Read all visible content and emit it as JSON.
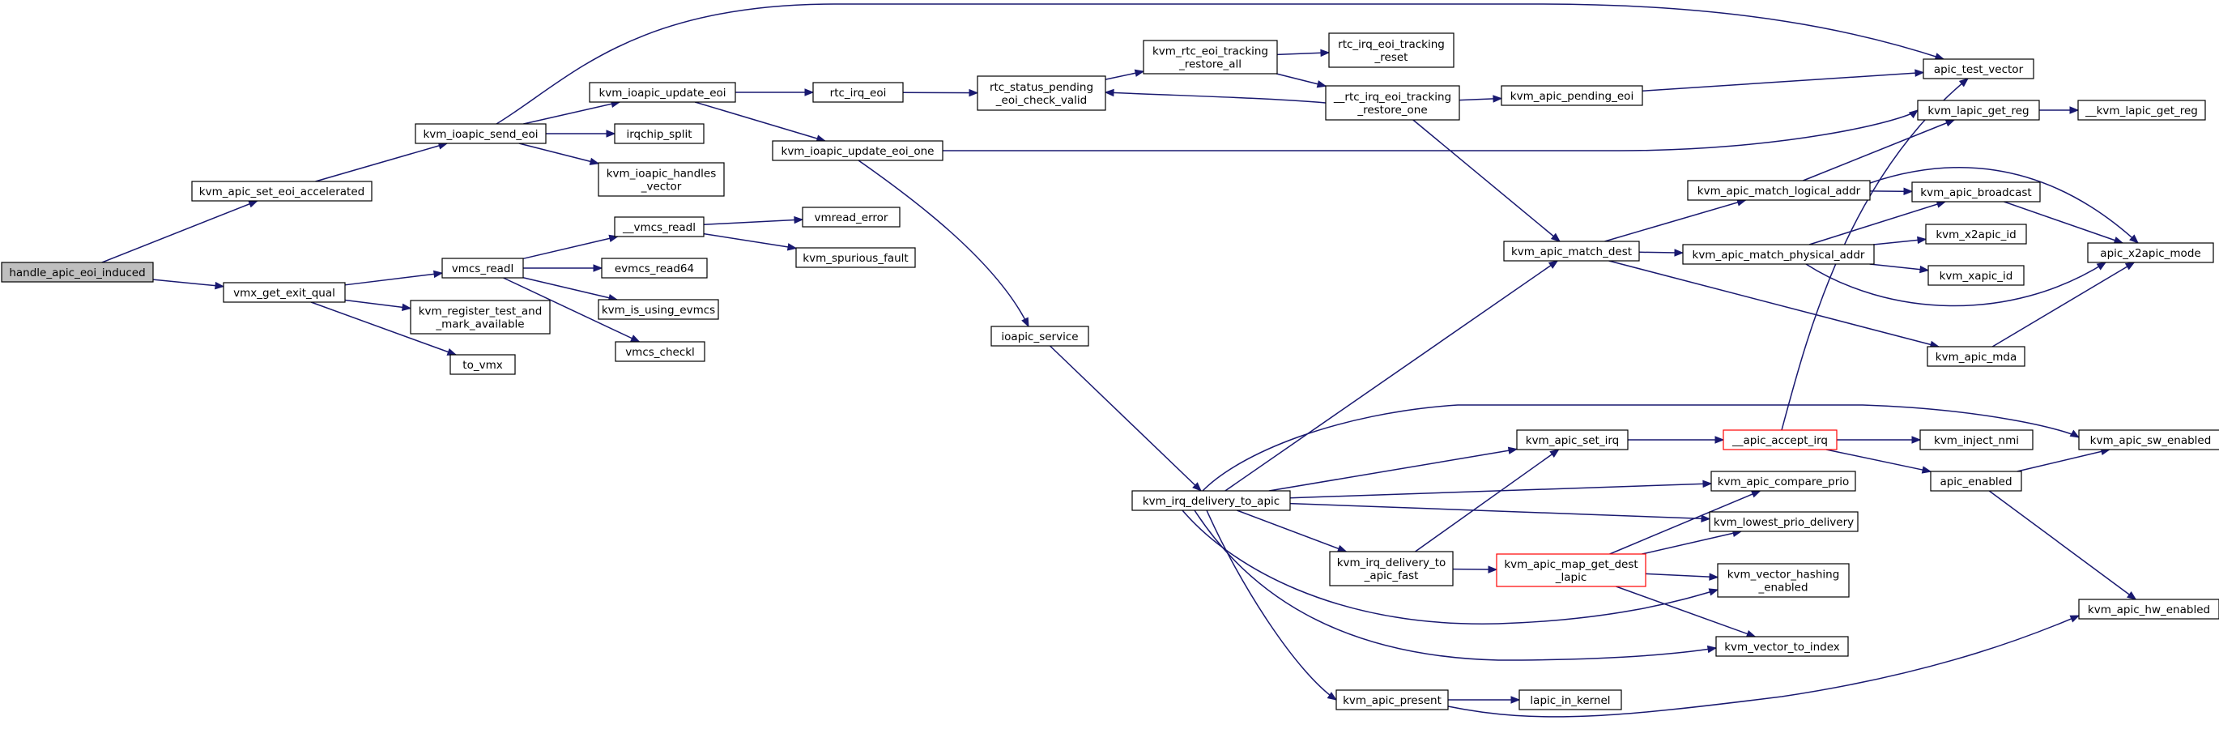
{
  "graph": {
    "colors": {
      "edge": "#191970",
      "root_fill": "#bfbfbf",
      "truncated_border": "#ff0000",
      "node_border": "#000000"
    },
    "nodes": [
      {
        "id": "handle_apic_eoi_induced",
        "lines": [
          "handle_apic_eoi_induced"
        ],
        "root": true
      },
      {
        "id": "kvm_apic_set_eoi_accelerated",
        "lines": [
          "kvm_apic_set_eoi_accelerated"
        ]
      },
      {
        "id": "vmx_get_exit_qual",
        "lines": [
          "vmx_get_exit_qual"
        ]
      },
      {
        "id": "kvm_ioapic_send_eoi",
        "lines": [
          "kvm_ioapic_send_eoi"
        ]
      },
      {
        "id": "vmcs_readl",
        "lines": [
          "vmcs_readl"
        ]
      },
      {
        "id": "kvm_register_test_and_mark_available",
        "lines": [
          "kvm_register_test_and",
          "_mark_available"
        ]
      },
      {
        "id": "to_vmx",
        "lines": [
          "to_vmx"
        ]
      },
      {
        "id": "kvm_ioapic_update_eoi",
        "lines": [
          "kvm_ioapic_update_eoi"
        ]
      },
      {
        "id": "irqchip_split",
        "lines": [
          "irqchip_split"
        ]
      },
      {
        "id": "kvm_ioapic_handles_vector",
        "lines": [
          "kvm_ioapic_handles",
          "_vector"
        ]
      },
      {
        "id": "__vmcs_readl",
        "lines": [
          "__vmcs_readl"
        ]
      },
      {
        "id": "evmcs_read64",
        "lines": [
          "evmcs_read64"
        ]
      },
      {
        "id": "kvm_is_using_evmcs",
        "lines": [
          "kvm_is_using_evmcs"
        ]
      },
      {
        "id": "vmcs_checkl",
        "lines": [
          "vmcs_checkl"
        ]
      },
      {
        "id": "rtc_irq_eoi",
        "lines": [
          "rtc_irq_eoi"
        ]
      },
      {
        "id": "kvm_ioapic_update_eoi_one",
        "lines": [
          "kvm_ioapic_update_eoi_one"
        ]
      },
      {
        "id": "vmread_error",
        "lines": [
          "vmread_error"
        ]
      },
      {
        "id": "kvm_spurious_fault",
        "lines": [
          "kvm_spurious_fault"
        ]
      },
      {
        "id": "ioapic_service",
        "lines": [
          "ioapic_service"
        ]
      },
      {
        "id": "rtc_status_pending_eoi_check_valid",
        "lines": [
          "rtc_status_pending",
          "_eoi_check_valid"
        ]
      },
      {
        "id": "kvm_rtc_eoi_tracking_restore_all",
        "lines": [
          "kvm_rtc_eoi_tracking",
          "_restore_all"
        ]
      },
      {
        "id": "kvm_irq_delivery_to_apic",
        "lines": [
          "kvm_irq_delivery_to_apic"
        ]
      },
      {
        "id": "rtc_irq_eoi_tracking_reset",
        "lines": [
          "rtc_irq_eoi_tracking",
          "_reset"
        ]
      },
      {
        "id": "__rtc_irq_eoi_tracking_restore_one",
        "lines": [
          "__rtc_irq_eoi_tracking",
          "_restore_one"
        ]
      },
      {
        "id": "kvm_irq_delivery_to_apic_fast",
        "lines": [
          "kvm_irq_delivery_to",
          "_apic_fast"
        ]
      },
      {
        "id": "kvm_apic_present",
        "lines": [
          "kvm_apic_present"
        ]
      },
      {
        "id": "kvm_apic_pending_eoi",
        "lines": [
          "kvm_apic_pending_eoi"
        ]
      },
      {
        "id": "kvm_apic_match_dest",
        "lines": [
          "kvm_apic_match_dest"
        ]
      },
      {
        "id": "kvm_apic_set_irq",
        "lines": [
          "kvm_apic_set_irq"
        ]
      },
      {
        "id": "kvm_apic_map_get_dest_lapic",
        "lines": [
          "kvm_apic_map_get_dest",
          "_lapic"
        ],
        "truncated": true
      },
      {
        "id": "lapic_in_kernel",
        "lines": [
          "lapic_in_kernel"
        ]
      },
      {
        "id": "kvm_apic_match_logical_addr",
        "lines": [
          "kvm_apic_match_logical_addr"
        ]
      },
      {
        "id": "kvm_apic_match_physical_addr",
        "lines": [
          "kvm_apic_match_physical_addr"
        ]
      },
      {
        "id": "__apic_accept_irq",
        "lines": [
          "__apic_accept_irq"
        ],
        "truncated": true
      },
      {
        "id": "kvm_apic_compare_prio",
        "lines": [
          "kvm_apic_compare_prio"
        ]
      },
      {
        "id": "kvm_lowest_prio_delivery",
        "lines": [
          "kvm_lowest_prio_delivery"
        ]
      },
      {
        "id": "kvm_vector_hashing_enabled",
        "lines": [
          "kvm_vector_hashing",
          "_enabled"
        ]
      },
      {
        "id": "kvm_vector_to_index",
        "lines": [
          "kvm_vector_to_index"
        ]
      },
      {
        "id": "apic_test_vector",
        "lines": [
          "apic_test_vector"
        ]
      },
      {
        "id": "kvm_lapic_get_reg",
        "lines": [
          "kvm_lapic_get_reg"
        ]
      },
      {
        "id": "kvm_apic_broadcast",
        "lines": [
          "kvm_apic_broadcast"
        ]
      },
      {
        "id": "kvm_x2apic_id",
        "lines": [
          "kvm_x2apic_id"
        ]
      },
      {
        "id": "kvm_xapic_id",
        "lines": [
          "kvm_xapic_id"
        ]
      },
      {
        "id": "kvm_apic_mda",
        "lines": [
          "kvm_apic_mda"
        ]
      },
      {
        "id": "kvm_inject_nmi",
        "lines": [
          "kvm_inject_nmi"
        ]
      },
      {
        "id": "apic_enabled",
        "lines": [
          "apic_enabled"
        ]
      },
      {
        "id": "__kvm_lapic_get_reg",
        "lines": [
          "__kvm_lapic_get_reg"
        ]
      },
      {
        "id": "apic_x2apic_mode",
        "lines": [
          "apic_x2apic_mode"
        ]
      },
      {
        "id": "kvm_apic_sw_enabled",
        "lines": [
          "kvm_apic_sw_enabled"
        ]
      },
      {
        "id": "kvm_apic_hw_enabled",
        "lines": [
          "kvm_apic_hw_enabled"
        ]
      }
    ],
    "edges": [
      [
        "handle_apic_eoi_induced",
        "kvm_apic_set_eoi_accelerated"
      ],
      [
        "handle_apic_eoi_induced",
        "vmx_get_exit_qual"
      ],
      [
        "kvm_apic_set_eoi_accelerated",
        "kvm_ioapic_send_eoi"
      ],
      [
        "vmx_get_exit_qual",
        "vmcs_readl"
      ],
      [
        "vmx_get_exit_qual",
        "kvm_register_test_and_mark_available"
      ],
      [
        "vmx_get_exit_qual",
        "to_vmx"
      ],
      [
        "kvm_ioapic_send_eoi",
        "apic_test_vector"
      ],
      [
        "kvm_ioapic_send_eoi",
        "kvm_ioapic_update_eoi"
      ],
      [
        "kvm_ioapic_send_eoi",
        "irqchip_split"
      ],
      [
        "kvm_ioapic_send_eoi",
        "kvm_ioapic_handles_vector"
      ],
      [
        "vmcs_readl",
        "__vmcs_readl"
      ],
      [
        "vmcs_readl",
        "evmcs_read64"
      ],
      [
        "vmcs_readl",
        "kvm_is_using_evmcs"
      ],
      [
        "vmcs_readl",
        "vmcs_checkl"
      ],
      [
        "__vmcs_readl",
        "vmread_error"
      ],
      [
        "__vmcs_readl",
        "kvm_spurious_fault"
      ],
      [
        "kvm_ioapic_update_eoi",
        "rtc_irq_eoi"
      ],
      [
        "kvm_ioapic_update_eoi",
        "kvm_ioapic_update_eoi_one"
      ],
      [
        "rtc_irq_eoi",
        "rtc_status_pending_eoi_check_valid"
      ],
      [
        "kvm_ioapic_update_eoi_one",
        "apic_test_vector"
      ],
      [
        "kvm_ioapic_update_eoi_one",
        "ioapic_service"
      ],
      [
        "ioapic_service",
        "kvm_irq_delivery_to_apic"
      ],
      [
        "rtc_status_pending_eoi_check_valid",
        "kvm_rtc_eoi_tracking_restore_all"
      ],
      [
        "kvm_rtc_eoi_tracking_restore_all",
        "rtc_irq_eoi_tracking_reset"
      ],
      [
        "kvm_rtc_eoi_tracking_restore_all",
        "__rtc_irq_eoi_tracking_restore_one"
      ],
      [
        "__rtc_irq_eoi_tracking_restore_one",
        "rtc_status_pending_eoi_check_valid"
      ],
      [
        "__rtc_irq_eoi_tracking_restore_one",
        "kvm_apic_pending_eoi"
      ],
      [
        "__rtc_irq_eoi_tracking_restore_one",
        "kvm_apic_match_dest"
      ],
      [
        "kvm_apic_pending_eoi",
        "apic_test_vector"
      ],
      [
        "kvm_irq_delivery_to_apic",
        "kvm_apic_match_dest"
      ],
      [
        "kvm_irq_delivery_to_apic",
        "kvm_apic_sw_enabled"
      ],
      [
        "kvm_irq_delivery_to_apic",
        "kvm_apic_set_irq"
      ],
      [
        "kvm_irq_delivery_to_apic",
        "kvm_apic_compare_prio"
      ],
      [
        "kvm_irq_delivery_to_apic",
        "kvm_lowest_prio_delivery"
      ],
      [
        "kvm_irq_delivery_to_apic",
        "kvm_irq_delivery_to_apic_fast"
      ],
      [
        "kvm_irq_delivery_to_apic",
        "kvm_vector_hashing_enabled"
      ],
      [
        "kvm_irq_delivery_to_apic",
        "kvm_vector_to_index"
      ],
      [
        "kvm_irq_delivery_to_apic",
        "kvm_apic_present"
      ],
      [
        "kvm_irq_delivery_to_apic_fast",
        "kvm_apic_set_irq"
      ],
      [
        "kvm_irq_delivery_to_apic_fast",
        "kvm_apic_map_get_dest_lapic"
      ],
      [
        "kvm_apic_map_get_dest_lapic",
        "kvm_apic_compare_prio"
      ],
      [
        "kvm_apic_map_get_dest_lapic",
        "kvm_lowest_prio_delivery"
      ],
      [
        "kvm_apic_map_get_dest_lapic",
        "kvm_vector_hashing_enabled"
      ],
      [
        "kvm_apic_map_get_dest_lapic",
        "kvm_vector_to_index"
      ],
      [
        "kvm_apic_present",
        "lapic_in_kernel"
      ],
      [
        "kvm_apic_present",
        "kvm_apic_hw_enabled"
      ],
      [
        "kvm_apic_match_dest",
        "kvm_apic_match_logical_addr"
      ],
      [
        "kvm_apic_match_dest",
        "kvm_apic_match_physical_addr"
      ],
      [
        "kvm_apic_match_dest",
        "kvm_apic_mda"
      ],
      [
        "kvm_apic_match_logical_addr",
        "kvm_lapic_get_reg"
      ],
      [
        "kvm_apic_match_logical_addr",
        "kvm_apic_broadcast"
      ],
      [
        "kvm_apic_match_logical_addr",
        "apic_x2apic_mode"
      ],
      [
        "kvm_apic_match_physical_addr",
        "kvm_apic_broadcast"
      ],
      [
        "kvm_apic_match_physical_addr",
        "kvm_x2apic_id"
      ],
      [
        "kvm_apic_match_physical_addr",
        "kvm_xapic_id"
      ],
      [
        "kvm_apic_match_physical_addr",
        "apic_x2apic_mode"
      ],
      [
        "kvm_apic_mda",
        "apic_x2apic_mode"
      ],
      [
        "kvm_apic_broadcast",
        "apic_x2apic_mode"
      ],
      [
        "kvm_apic_set_irq",
        "__apic_accept_irq"
      ],
      [
        "__apic_accept_irq",
        "apic_test_vector"
      ],
      [
        "__apic_accept_irq",
        "kvm_inject_nmi"
      ],
      [
        "__apic_accept_irq",
        "apic_enabled"
      ],
      [
        "apic_enabled",
        "kvm_apic_sw_enabled"
      ],
      [
        "apic_enabled",
        "kvm_apic_hw_enabled"
      ],
      [
        "kvm_lapic_get_reg",
        "__kvm_lapic_get_reg"
      ]
    ]
  }
}
